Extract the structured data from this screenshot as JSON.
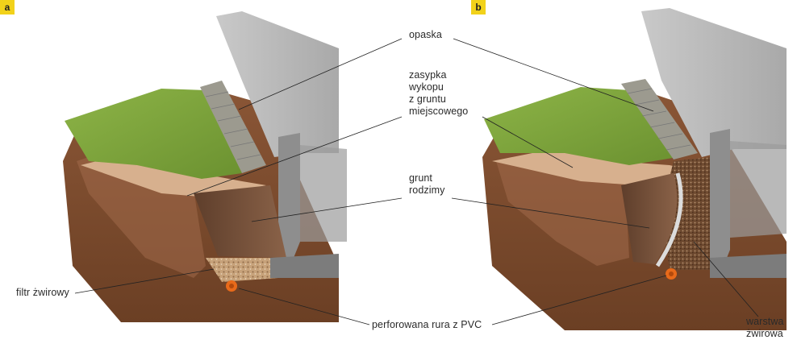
{
  "panels": {
    "a": {
      "letter": "a"
    },
    "b": {
      "letter": "b"
    }
  },
  "labels": {
    "opaska": "opaska",
    "zasypka": [
      "zasypka",
      "wykopu",
      "z gruntu",
      "miejscowego"
    ],
    "grunt_rodzimy": [
      "grunt",
      "rodzimy"
    ],
    "filtr_zwirowy": "filtr żwirowy",
    "perforowana_rura": "perforowana rura z PVC",
    "warstwa_zwirowa": [
      "warstwa",
      "żwirowa"
    ]
  },
  "colors": {
    "badge": "#f2d21a",
    "grass": "#7fa33a",
    "soil": "#7a4a2e",
    "backfill": "#b98a66",
    "sand": "#d9b89a",
    "concrete": "#b8b8b8",
    "pipe": "#e86a1a"
  }
}
